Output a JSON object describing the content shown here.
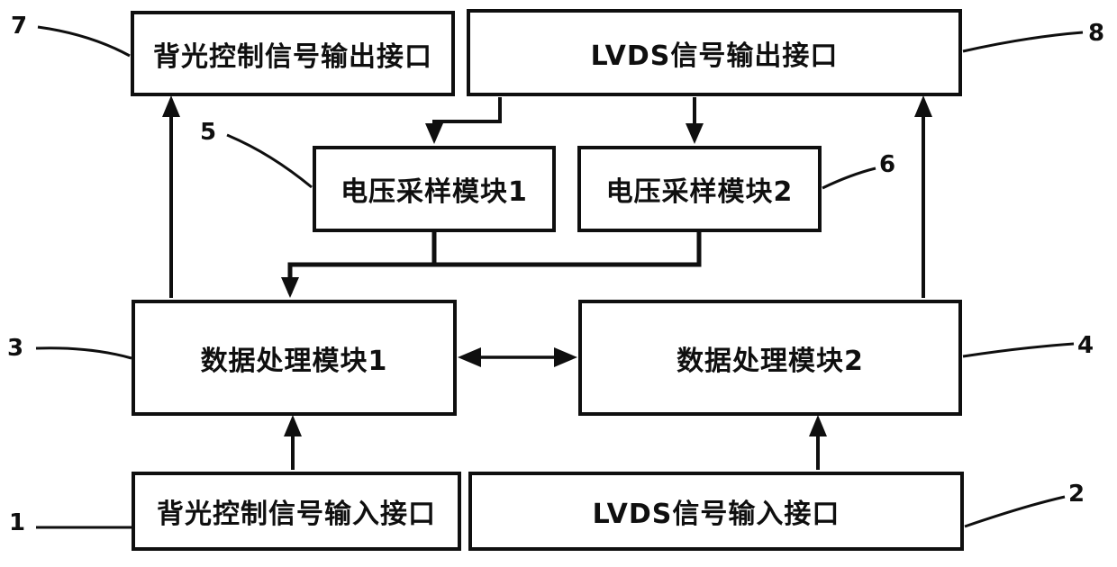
{
  "figure": {
    "background_color": "#ffffff",
    "line_color": "#0f0f0f",
    "type": "block-diagram"
  },
  "diagram": {
    "boxes": {
      "backlight_out": {
        "label": "背光控制信号输出接口",
        "ref": "7"
      },
      "lvds_out": {
        "label": "LVDS信号输出接口",
        "ref": "8"
      },
      "vsample1": {
        "label": "电压采样模块1",
        "ref": "5"
      },
      "vsample2": {
        "label": "电压采样模块2",
        "ref": "6"
      },
      "dproc1": {
        "label": "数据处理模块1",
        "ref": "3"
      },
      "dproc2": {
        "label": "数据处理模块2",
        "ref": "4"
      },
      "backlight_in": {
        "label": "背光控制信号输入接口",
        "ref": "1"
      },
      "lvds_in": {
        "label": "LVDS信号输入接口",
        "ref": "2"
      }
    },
    "edges": [
      {
        "from": "dproc1",
        "to": "backlight_out",
        "style": "arrow"
      },
      {
        "from": "lvds_out",
        "to": "vsample1",
        "style": "arrow"
      },
      {
        "from": "lvds_out",
        "to": "vsample2",
        "style": "arrow"
      },
      {
        "from": "vsample1",
        "to": "dproc1",
        "style": "arrow-shared-bus"
      },
      {
        "from": "vsample2",
        "to": "dproc1",
        "style": "arrow-shared-bus"
      },
      {
        "from": "dproc1",
        "to": "dproc2",
        "style": "double-arrow"
      },
      {
        "from": "dproc2",
        "to": "lvds_out",
        "style": "arrow"
      },
      {
        "from": "backlight_in",
        "to": "dproc1",
        "style": "arrow"
      },
      {
        "from": "lvds_in",
        "to": "dproc2",
        "style": "arrow"
      }
    ]
  }
}
